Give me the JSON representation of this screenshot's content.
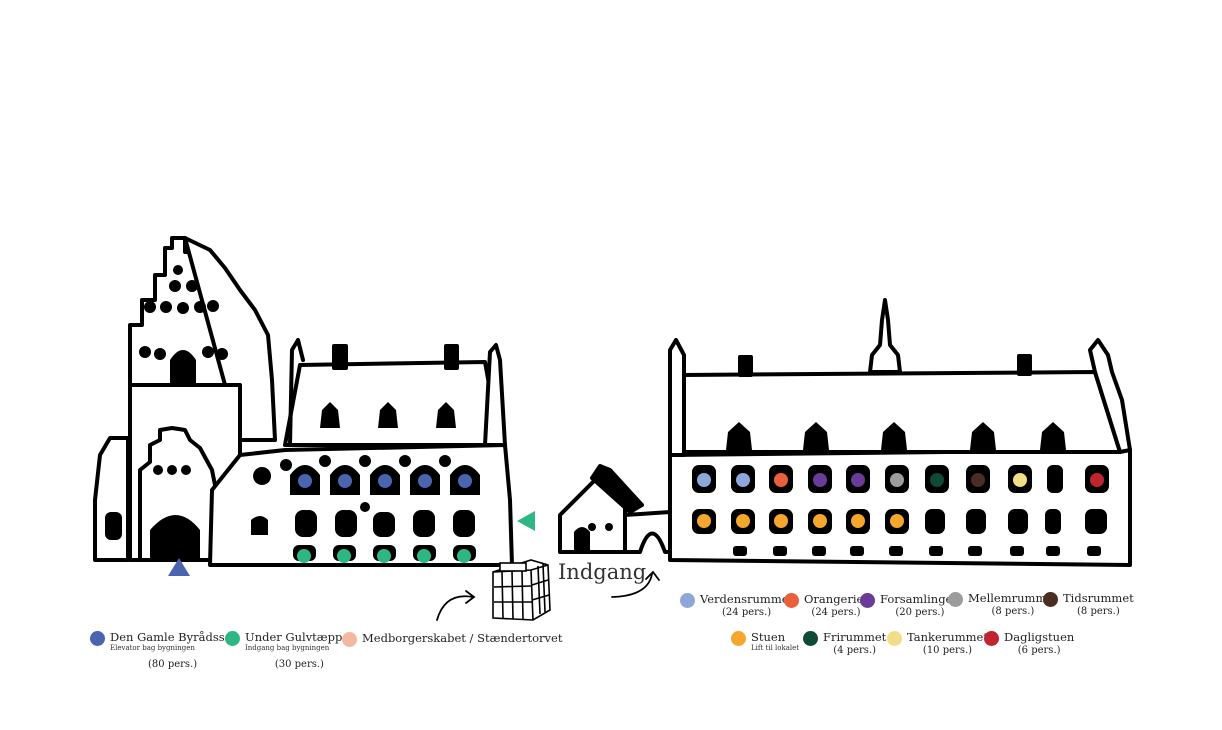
{
  "entrance_label": "Indgang",
  "colors": {
    "den_gamle": "#4a64b0",
    "under_gulv": "#2fb783",
    "medborger": "#f3b8a0",
    "verdens": "#8fa6d8",
    "orangeriet": "#e8603c",
    "forsamlingen": "#6a3b98",
    "mellemrummet": "#9c9c9c",
    "tidsrummet": "#4a2e22",
    "stuen": "#f4a72c",
    "frirummet": "#0f4a35",
    "tankerummet": "#f2de86",
    "dagligstuen": "#c0242f"
  },
  "legend": {
    "den_gamle": {
      "name": "Den Gamle Byrådssal",
      "sub": "Elevator bag bygningen",
      "cap": "(80 pers.)"
    },
    "under_gulv": {
      "name": "Under Gulvtæppet",
      "sub": "Indgang bag bygningen",
      "cap": "(30 pers.)"
    },
    "medborger": {
      "name": "Medborgerskabet / Stændertorvet"
    },
    "verdens": {
      "name": "Verdensrummet",
      "cap": "(24 pers.)"
    },
    "orangeriet": {
      "name": "Orangeriet",
      "cap": "(24 pers.)"
    },
    "forsamlingen": {
      "name": "Forsamlingen",
      "cap": "(20 pers.)"
    },
    "mellemrummet": {
      "name": "Mellemrummet",
      "cap": "(8 pers.)"
    },
    "tidsrummet": {
      "name": "Tidsrummet",
      "cap": "(8 pers.)"
    },
    "stuen": {
      "name": "Stuen",
      "sub": "Lift til lokalet"
    },
    "frirummet": {
      "name": "Frirummet",
      "cap": "(4 pers.)"
    },
    "tankerummet": {
      "name": "Tankerummet",
      "cap": "(10 pers.)"
    },
    "dagligstuen": {
      "name": "Dagligstuen",
      "cap": "(6 pers.)"
    }
  }
}
